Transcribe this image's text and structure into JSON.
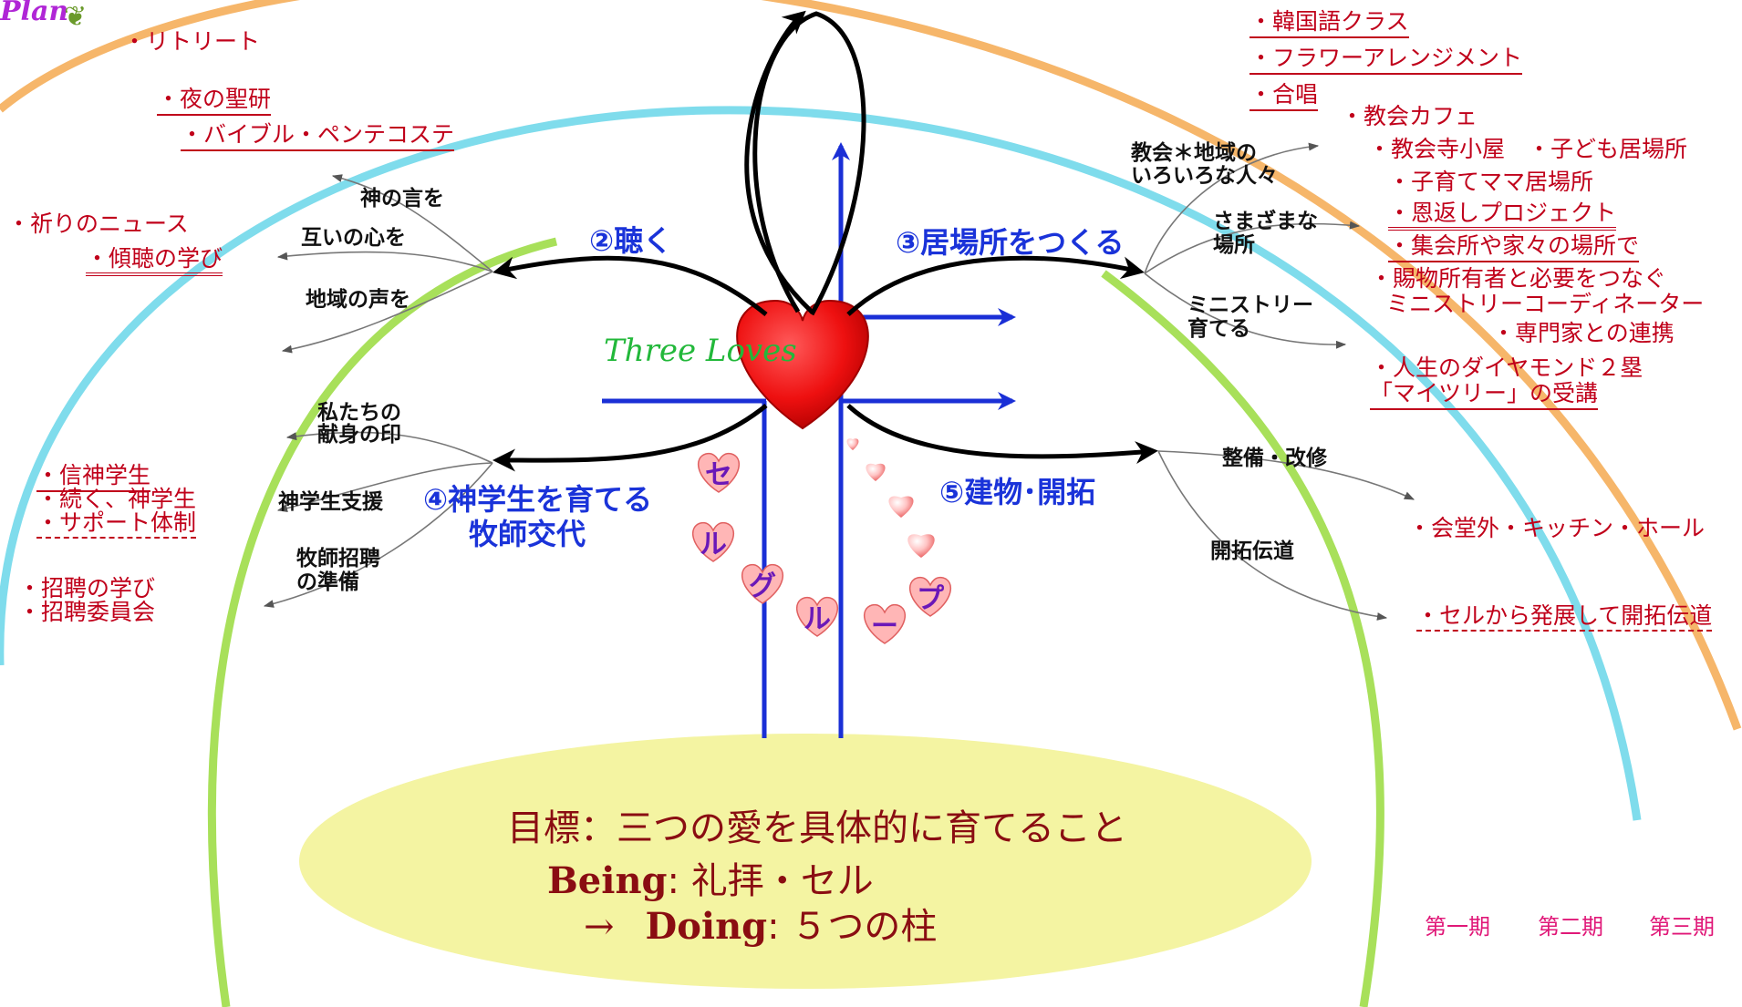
{
  "corner_title": "Plan",
  "colors": {
    "outer_arc": "#f6b66a",
    "middle_arc": "#7fdcec",
    "inner_arc": "#a8e05a",
    "cross": "#1a2fd6",
    "heart": "#ee1010",
    "goal_fill": "#f4f4a2",
    "red_text": "#c0001a",
    "blue_text": "#1a33d9"
  },
  "center": {
    "three_loves": "Three Loves"
  },
  "pillars": {
    "p2": "②聴く",
    "p3": "③居場所をつくる",
    "p4a": "④神学生を育てる",
    "p4b": "牧師交代",
    "p5": "⑤建物･開拓"
  },
  "cell_group_chars": [
    "セ",
    "ル",
    "グ",
    "ル",
    "ー",
    "プ"
  ],
  "branch_labels": {
    "kami": "神の言を",
    "tagai": "互いの心を",
    "chiiki": "地域の声を",
    "kyokai_line1": "教会＊地域の",
    "kyokai_line2": "いろいろな人々",
    "samazama_line1": "さまざまな",
    "samazama_line2": "場所",
    "ministry_line1": "ミニストリー",
    "ministry_line2": "育てる",
    "watashi_line1": "私たちの",
    "watashi_line2": "献身の印",
    "shingaku": "神学生支援",
    "bokushi_line1": "牧師招聘",
    "bokushi_line2": "の準備",
    "seibi": "整備・改修",
    "kaitaku": "開拓伝道"
  },
  "left_items": {
    "retreat": "・リトリート",
    "yoru": "・夜の聖研",
    "bible": "・バイブル・ペンテコステ",
    "inori": "・祈りのニュース",
    "keicho": "・傾聴の学び",
    "shinshin": "・信神学生",
    "tsuzuku": "・続く、神学生",
    "support": "・サポート体制",
    "shohei_manabi": "・招聘の学び",
    "shohei_iinkai": "・招聘委員会"
  },
  "right_items": {
    "korean": "・韓国語クラス",
    "flower": "・フラワーアレンジメント",
    "gassho": "・合唱",
    "cafe": "・教会カフェ",
    "terakoya": "・教会寺小屋　・子ども居場所",
    "kosodate": "・子育てママ居場所",
    "ongaeshi": "・恩返しプロジェクト",
    "shukaijo": "・集会所や家々の場所で",
    "tamamono_line1": "・賜物所有者と必要をつなぐ",
    "tamamono_line2": "ミニストリーコーディネーター",
    "senmonka": "・専門家との連携",
    "diamond_line1": "・人生のダイヤモンド２塁",
    "diamond_line2": "「マイツリー」の受講",
    "kaido": "・会堂外・キッチン・ホール",
    "cell_kaitaku": "・セルから発展して開拓伝道"
  },
  "periods": [
    "第一期",
    "第二期",
    "第三期"
  ],
  "goal": {
    "line1": "目標：三つの愛を具体的に育てること",
    "being": "Being",
    "being_rest": ": 礼拝・セル",
    "arrow": "→",
    "doing": "Doing",
    "doing_rest": ":  ５つの柱"
  }
}
